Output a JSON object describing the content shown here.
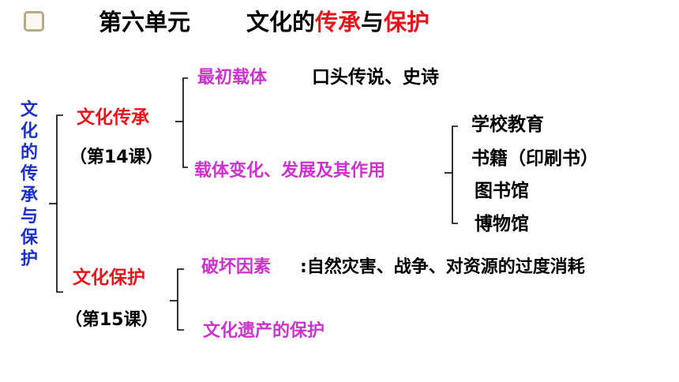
{
  "header": {
    "unit_label": "第六单元",
    "title_part1": "文化的",
    "title_highlight1": "传承",
    "title_part2": "与",
    "title_highlight2": "保护"
  },
  "root": {
    "chars": [
      "文",
      "化",
      "的",
      "传",
      "承",
      "与",
      "保",
      "护"
    ]
  },
  "branch_inherit": {
    "title": "文化传承",
    "lesson": "（第14课）",
    "item1_label": "最初载体",
    "item1_value": "口头传说、史诗",
    "item2_label": "载体变化、发展及其作用",
    "item2_children": [
      "学校教育",
      "书籍（印刷书）",
      "图书馆",
      "博物馆"
    ]
  },
  "branch_protect": {
    "title": "文化保护",
    "lesson": "（第15课）",
    "item1_label": "破坏因素",
    "item1_value": ":自然灾害、战争、对资源的过度消耗",
    "item2_label": "文化遗产的保护"
  },
  "colors": {
    "red": "#e8141c",
    "magenta": "#cc33cc",
    "blue": "#1b2fc9",
    "black": "#000000",
    "checkbox": "#b8ab84"
  }
}
